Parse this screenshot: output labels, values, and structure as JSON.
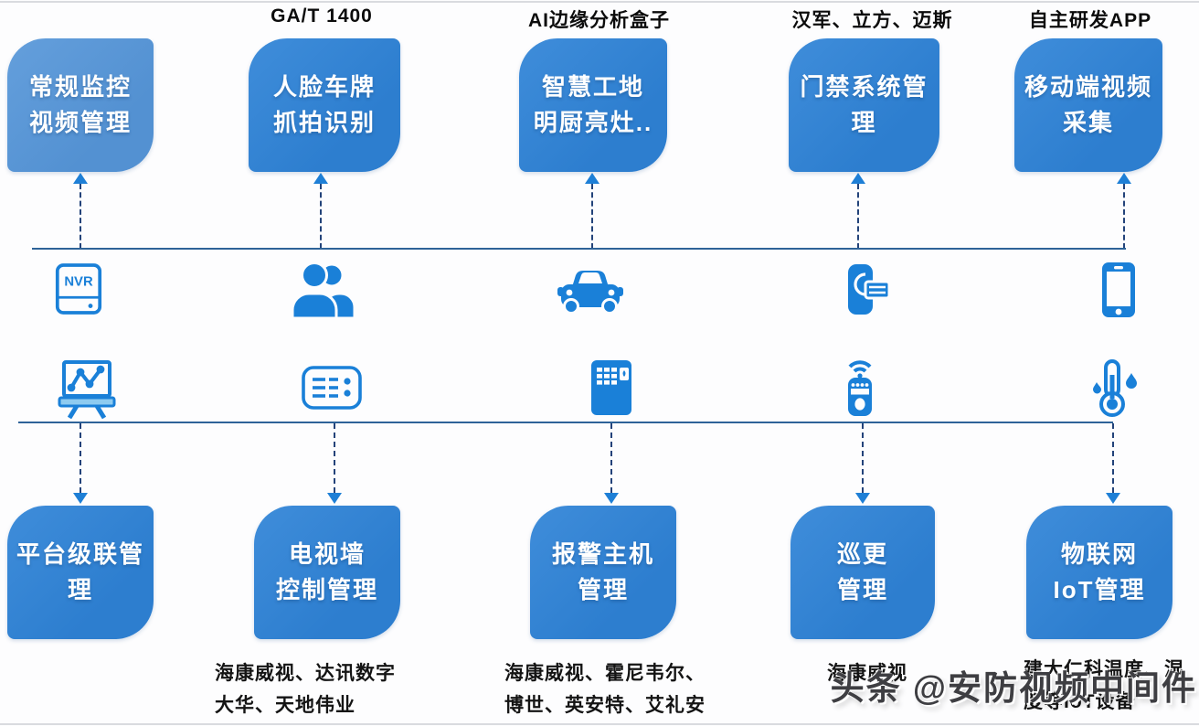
{
  "diagram": {
    "columns": [
      {
        "top_label": "",
        "top_box": "常规监控\n视频管理",
        "top_icon": "nvr-recorder",
        "bottom_icon": "chart-board",
        "bottom_box": "平台级联管\n理",
        "bottom_label": ""
      },
      {
        "top_label": "GA/T 1400",
        "top_box": "人脸车牌\n抓拍识别",
        "top_icon": "people",
        "bottom_icon": "video-wall-controller",
        "bottom_box": "电视墙\n控制管理",
        "bottom_label": "海康威视、达讯数字\n大华、天地伟业"
      },
      {
        "top_label": "AI边缘分析盒子",
        "top_box": "智慧工地\n明厨亮灶..",
        "top_icon": "car",
        "bottom_icon": "alarm-host",
        "bottom_box": "报警主机\n管理",
        "bottom_label": "海康威视、霍尼韦尔、\n博世、英安特、艾礼安"
      },
      {
        "top_label": "汉军、立方、迈斯",
        "top_box": "门禁系统管\n理",
        "top_icon": "access-control",
        "bottom_icon": "patrol-device",
        "bottom_box": "巡更\n管理",
        "bottom_label": "海康威视"
      },
      {
        "top_label": "自主研发APP",
        "top_box": "移动端视频\n采集",
        "top_icon": "smartphone",
        "bottom_icon": "temperature-humidity",
        "bottom_box": "物联网\nIoT管理",
        "bottom_label": "建大仁科温度、湿\n度等IoT设备"
      }
    ],
    "nvr_label": "NVR",
    "watermark": "头条 @安防视频中间件",
    "colors": {
      "box_blue": "#2d7ecf",
      "box_light_blue": "#5391d2",
      "icon_blue": "#1a80d8",
      "bus_line": "#2e6398",
      "connector_dash": "#23437a",
      "arrowhead_blue": "#1e7fd6",
      "label_text": "#0c0c0c",
      "watermark_text": "#3e3e42"
    }
  }
}
